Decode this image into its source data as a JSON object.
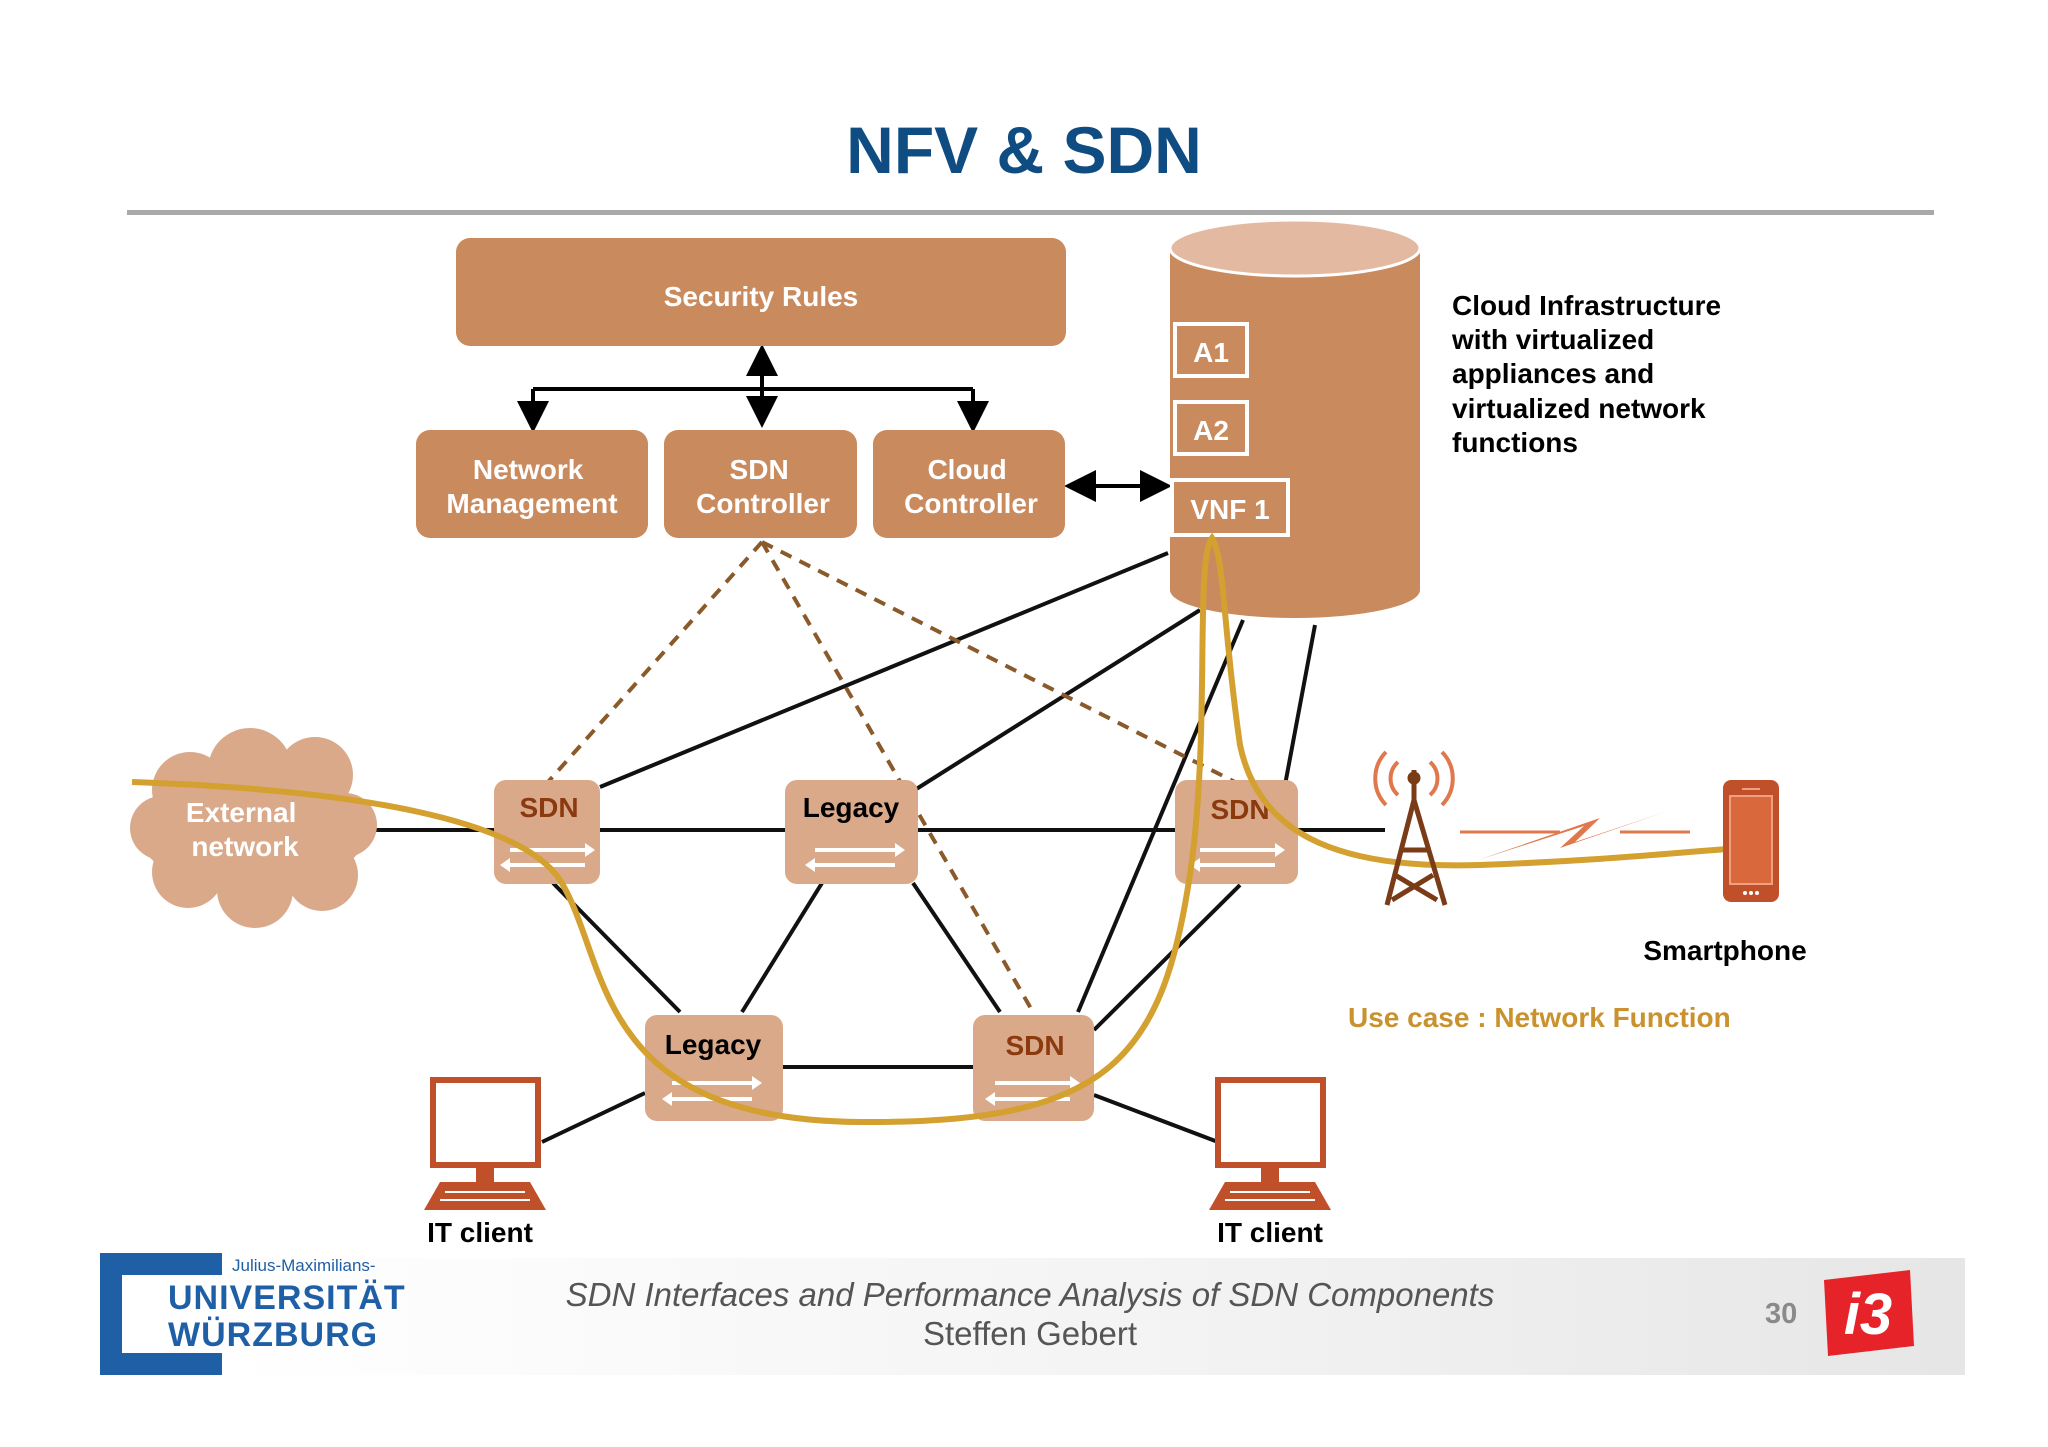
{
  "title": "NFV & SDN",
  "colors": {
    "box": "#c98a5e",
    "box_light": "#d9a98a",
    "cylinder_top": "#e3baa1",
    "title": "#0f4c81",
    "path": "#d4a030",
    "dashed": "#8b5a2b",
    "use_case": "#c9922e",
    "logo_blue": "#1f5fa6",
    "logo_red": "#e52329"
  },
  "top": {
    "security_rules": "Security Rules",
    "network_management": [
      "Network",
      "Management"
    ],
    "sdn_controller": [
      "SDN",
      "Controller"
    ],
    "cloud_controller": [
      "Cloud",
      "Controller"
    ]
  },
  "cloud": {
    "a1": "A1",
    "a2": "A2",
    "vnf1": "VNF 1",
    "description": [
      "Cloud Infrastructure",
      "with virtualized",
      "appliances and",
      "virtualized network",
      "functions"
    ]
  },
  "network": {
    "external": [
      "External",
      "network"
    ],
    "switch_sdn_left": "SDN",
    "switch_legacy_top": "Legacy",
    "switch_sdn_right": "SDN",
    "switch_legacy_bottom": "Legacy",
    "switch_sdn_bottom": "SDN",
    "it_client_left": "IT client",
    "it_client_right": "IT client",
    "smartphone": "Smartphone",
    "use_case": "Use case : Network Function"
  },
  "footer": {
    "line1": "SDN Interfaces and Performance Analysis of SDN Components",
    "line2": "Steffen Gebert",
    "page": "30",
    "logo_sub": "Julius-Maximilians-",
    "logo_line1": "UNIVERSITÄT",
    "logo_line2": "WÜRZBURG",
    "logo_i3": "i3"
  }
}
